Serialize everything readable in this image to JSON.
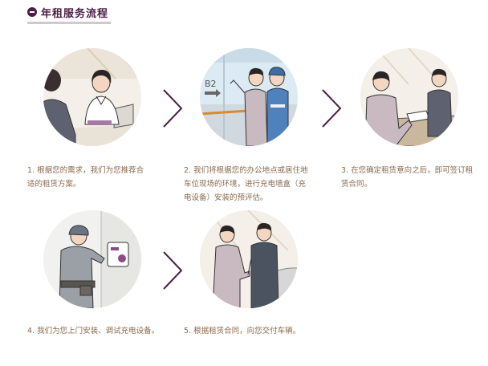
{
  "section": {
    "title": "年租服务流程",
    "toggle_icon": "minus-circle-icon"
  },
  "steps": [
    {
      "index": 1,
      "caption": "1. 根据您的需求，我们为您推荐合适的租赁方案。",
      "illustration": "consultation-illustration"
    },
    {
      "index": 2,
      "caption": "2. 我们将根据您的办公地点或居住地车位现场的环境，进行充电墙盒（充电设备）安装的预评估。",
      "illustration": "site-survey-illustration",
      "sign_text": "B2"
    },
    {
      "index": 3,
      "caption": "3. 在您确定租赁意向之后，即可签订租赁合同。",
      "illustration": "contract-signing-illustration"
    },
    {
      "index": 4,
      "caption": "4. 我们为您上门安装、调试充电设备。",
      "illustration": "charger-installation-illustration"
    },
    {
      "index": 5,
      "caption": "5. 根据租赁合同，向您交付车辆。",
      "illustration": "vehicle-delivery-illustration"
    }
  ],
  "colors": {
    "accent": "#4a1f45",
    "caption": "#8a6a4e",
    "rule": "#cfc9cd"
  }
}
